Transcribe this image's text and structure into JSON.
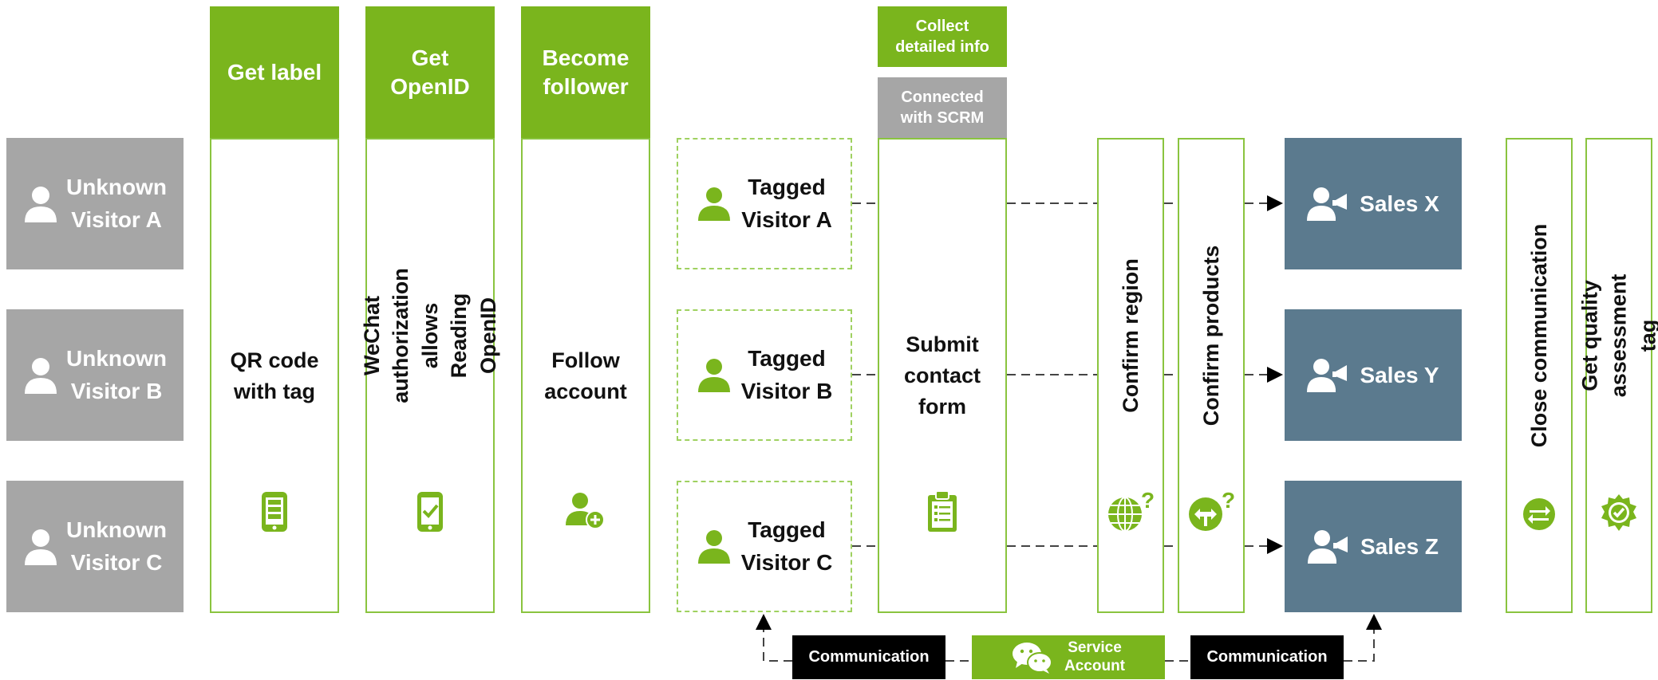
{
  "headers": {
    "get_label": "Get label",
    "get_openid": "Get\nOpenID",
    "become_follower": "Become\nfollower",
    "collect_info": "Collect\ndetailed info",
    "connected_scrm": "Connected\nwith SCRM"
  },
  "unknown_visitors": [
    {
      "line1": "Unknown",
      "line2": "Visitor  A"
    },
    {
      "line1": "Unknown",
      "line2": "Visitor  B"
    },
    {
      "line1": "Unknown",
      "line2": "Visitor  C"
    }
  ],
  "steps": {
    "qr_code": "QR code\nwith tag",
    "wechat_auth": "WeChat authorization\nallows Reading OpenID",
    "follow": "Follow\naccount",
    "submit_form": "Submit\ncontact\nform",
    "confirm_region": "Confirm  region",
    "confirm_products": "Confirm  products",
    "close_comm": "Close communication",
    "quality_tag": "Get quality\nassessment  tag"
  },
  "tagged_visitors": [
    {
      "line1": "Tagged",
      "line2": "Visitor  A"
    },
    {
      "line1": "Tagged",
      "line2": "Visitor  B"
    },
    {
      "line1": "Tagged",
      "line2": "Visitor  C"
    }
  ],
  "sales": [
    {
      "label": "Sales X"
    },
    {
      "label": "Sales Y"
    },
    {
      "label": "Sales Z"
    }
  ],
  "bottom": {
    "communication_left": "Communication",
    "service_account": "Service\nAccount",
    "communication_right": "Communication"
  },
  "colors": {
    "green": "#7ab51d",
    "grey": "#a6a6a6",
    "slate": "#5b7a8e",
    "outline": "#8ac43f"
  },
  "icons": [
    "person-icon",
    "mobile-qr-icon",
    "mobile-check-icon",
    "add-user-icon",
    "clipboard-icon",
    "globe-question-icon",
    "product-question-icon",
    "sales-megaphone-icon",
    "exchange-icon",
    "quality-badge-icon",
    "wechat-icon"
  ]
}
